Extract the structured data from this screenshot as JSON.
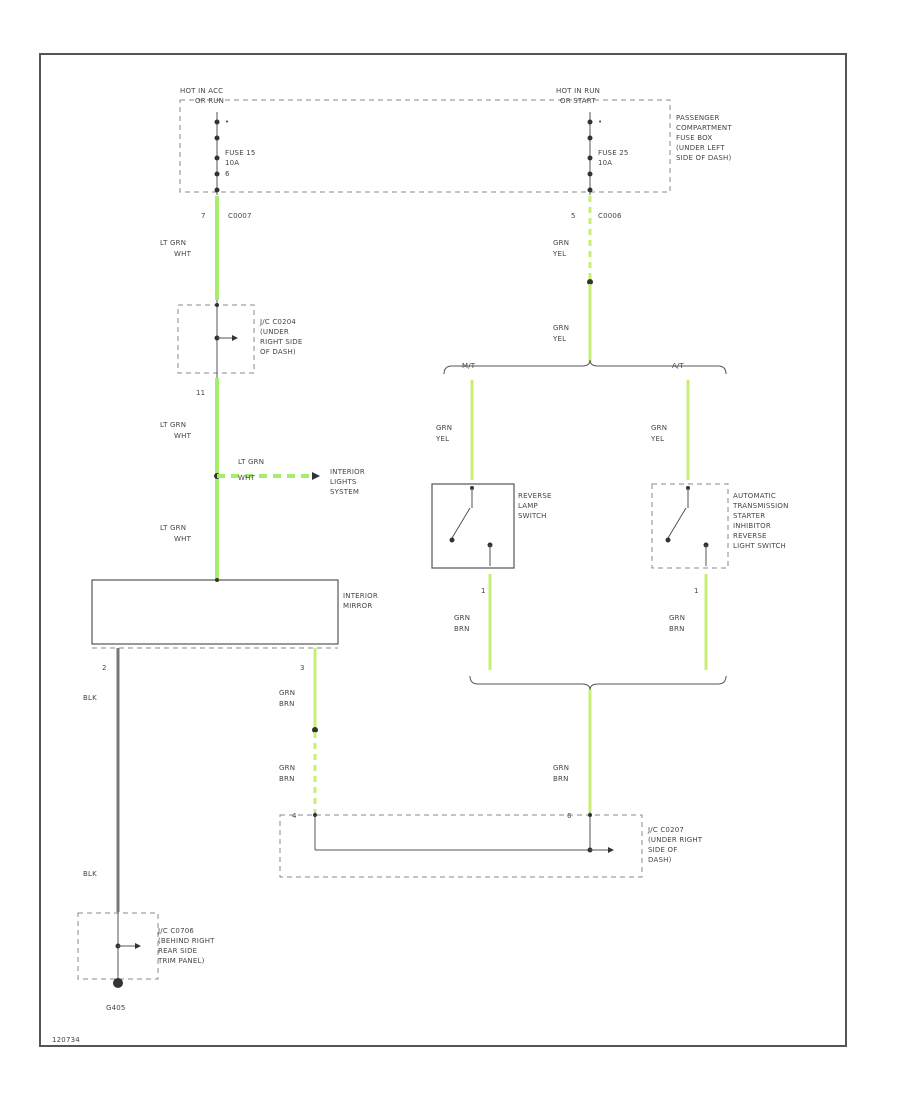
{
  "labels": {
    "hot_accy": "HOT IN ACC",
    "or_run": "OR RUN",
    "hot_run": "HOT IN RUN",
    "or_start": "OR START",
    "fuse_box": [
      "PASSENGER",
      "COMPARTMENT",
      "FUSE BOX",
      "(UNDER LEFT",
      "SIDE OF DASH)"
    ],
    "fuse15": [
      "FUSE 15",
      "10A"
    ],
    "fuse15_n": "6",
    "fuse25": [
      "FUSE 25",
      "10A"
    ],
    "c_left_pin": "7",
    "c_left": "C0007",
    "c_right_pin": "5",
    "c_right": "C0006",
    "wire_ltgrn_wht": [
      "LT GRN",
      "WHT"
    ],
    "wire_grn_yel": [
      "GRN",
      "YEL"
    ],
    "wire_grn_brn": [
      "GRN",
      "BRN"
    ],
    "wire_blk": "BLK",
    "jc_c0204": [
      "J/C C0204",
      "(UNDER",
      "RIGHT SIDE",
      "OF DASH)"
    ],
    "jc_pin": "11",
    "interior_lights": [
      "INTERIOR",
      "LIGHTS",
      "SYSTEM"
    ],
    "interior_mirror": [
      "INTERIOR",
      "MIRROR"
    ],
    "mirror_pin_left": "2",
    "mirror_pin_right": "3",
    "mt": "M/T",
    "at": "A/T",
    "reverse_switch": [
      "REVERSE",
      "LAMP",
      "SWITCH"
    ],
    "at_switch": [
      "AUTOMATIC",
      "TRANSMISSION",
      "STARTER",
      "INHIBITOR",
      "REVERSE",
      "LIGHT SWITCH"
    ],
    "switch_pin": "1",
    "jc_c0207": [
      "J/C C0207",
      "(UNDER RIGHT",
      "SIDE OF",
      "DASH)"
    ],
    "jc_c0207_pin_l": "4",
    "jc_c0207_pin_r": "6",
    "jc_c0706": [
      "J/C C0706",
      "(BEHIND RIGHT",
      "REAR SIDE",
      "TRIM PANEL)"
    ],
    "ground": "G405",
    "diagram_id": "120734"
  },
  "colors": {
    "wire_lt_grn": "#a6ec6e",
    "wire_grn_yel": "#c6ef74",
    "wire_blk": "#777777",
    "frame": "#555555"
  }
}
